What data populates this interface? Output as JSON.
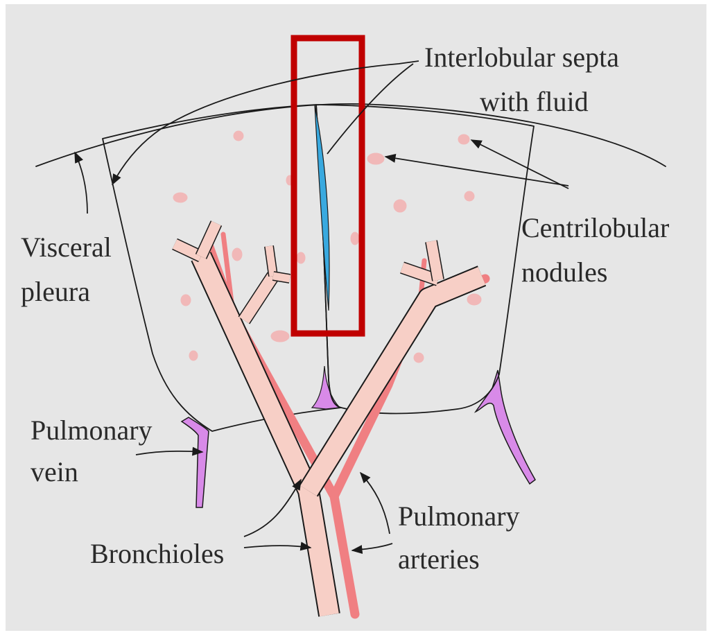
{
  "labels": {
    "interlobular_line1": "Interlobular septa",
    "interlobular_line2": "with fluid",
    "visceral_line1": "Visceral",
    "visceral_line2": "pleura",
    "centrilobular_line1": "Centrilobular",
    "centrilobular_line2": "nodules",
    "pulm_vein_line1": "Pulmonary",
    "pulm_vein_line2": "vein",
    "bronchioles": "Bronchioles",
    "pulm_arteries_line1": "Pulmonary",
    "pulm_arteries_line2": "arteries"
  },
  "colors": {
    "background": "#e6e6e6",
    "lobule": "#e9d3ea",
    "nodule": "#f1b8b8",
    "bronchiole": "#f7cfc6",
    "artery": "#f07f82",
    "vein": "#d88ae8",
    "septa_fluid": "#39a9df",
    "highlight_box": "#c00000"
  }
}
